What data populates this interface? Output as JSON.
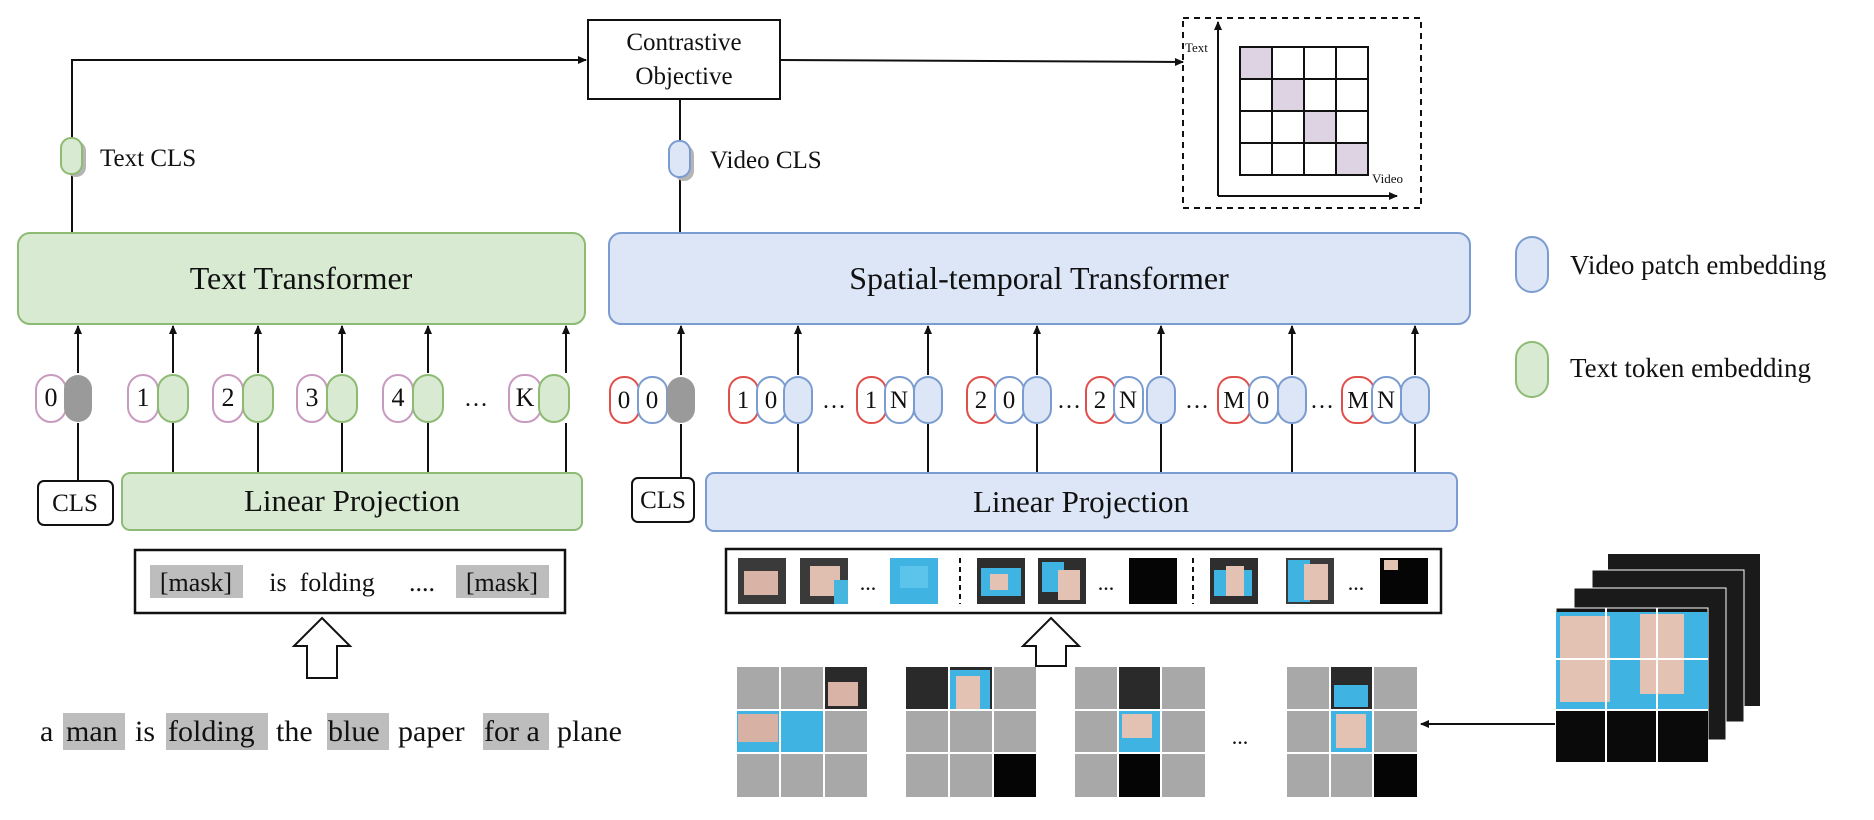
{
  "contrastive": {
    "line1": "Contrastive",
    "line2": "Objective"
  },
  "text_cls": "Text CLS",
  "video_cls": "Video CLS",
  "matrix": {
    "y_label": "Text",
    "x_label": "Video"
  },
  "text_transformer": "Text Transformer",
  "video_transformer": "Spatial-temporal Transformer",
  "linear_projection_text": "Linear Projection",
  "linear_projection_video": "Linear Projection",
  "cls_text": "CLS",
  "cls_video": "CLS",
  "legend": [
    {
      "label": "Video patch embedding",
      "color": "#dce6f6",
      "border": "#7b9cd0"
    },
    {
      "label": "Text token embedding",
      "color": "#d9ead3",
      "border": "#8dbb73"
    }
  ],
  "text_tokens": [
    "0",
    "1",
    "2",
    "3",
    "4",
    "…",
    "K"
  ],
  "video_tokens": {
    "group1": [
      "0",
      "0"
    ],
    "group2": [
      "1",
      "0",
      "1",
      "N"
    ],
    "group3": [
      "2",
      "0",
      "2",
      "N"
    ],
    "group4": [
      "M",
      "0",
      "M",
      "N"
    ],
    "ellipsis": "…"
  },
  "masked_input": {
    "mask1": "[mask]",
    "mid": "is  folding",
    "dots": "....",
    "mask2": "[mask]"
  },
  "sentence": [
    {
      "word": "a",
      "highlight": false
    },
    {
      "word": "man",
      "highlight": true
    },
    {
      "word": "is",
      "highlight": false
    },
    {
      "word": "folding",
      "highlight": true
    },
    {
      "word": "the",
      "highlight": false
    },
    {
      "word": "blue",
      "highlight": true
    },
    {
      "word": "paper",
      "highlight": false
    },
    {
      "word": "for a",
      "highlight": true
    },
    {
      "word": "plane",
      "highlight": false
    }
  ],
  "frame_strip_ellipsis": "...",
  "grid_ellipsis": "...",
  "colors": {
    "text_green": "#d9ead3",
    "text_green_border": "#8dbb73",
    "video_blue": "#dce6f6",
    "video_blue_border": "#7b9cd0",
    "pos_red": "#e0504a",
    "pos_purple": "#c99ac0",
    "cls_gray": "#9a9a9a",
    "highlight_gray": "#bdbdbd",
    "matrix_purple": "#ddd3e3"
  }
}
